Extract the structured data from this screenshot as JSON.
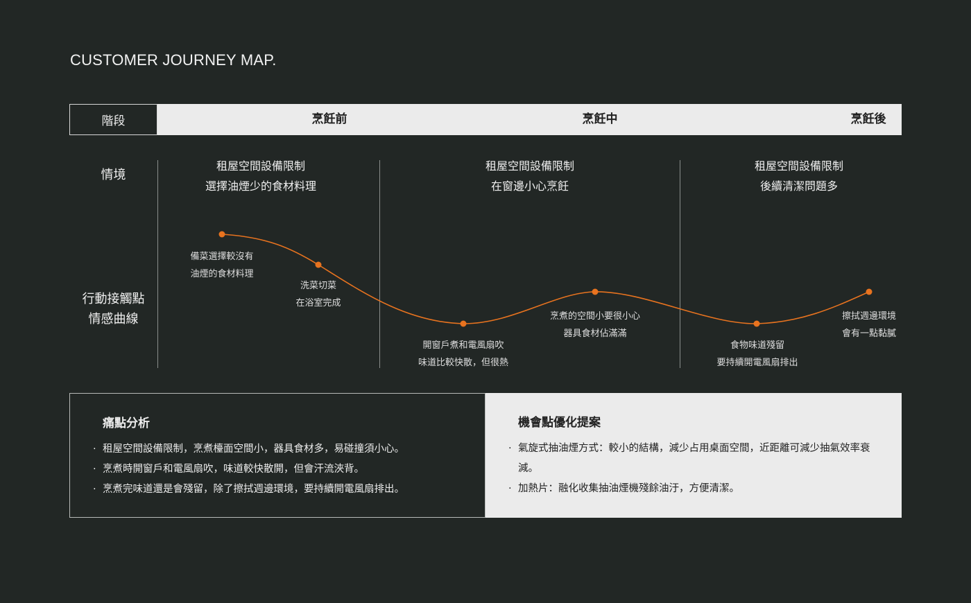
{
  "title": "CUSTOMER JOURNEY MAP.",
  "stage_row": {
    "label": "階段",
    "stages": [
      "烹飪前",
      "烹飪中",
      "烹飪後"
    ]
  },
  "row_labels": {
    "scenario": "情境",
    "touchpoints_line1": "行動接觸點",
    "touchpoints_line2": "情感曲線"
  },
  "scenarios": [
    {
      "line1": "租屋空間設備限制",
      "line2": "選擇油煙少的食材料理"
    },
    {
      "line1": "租屋空間設備限制",
      "line2": "在窗邊小心烹飪"
    },
    {
      "line1": "租屋空間設備限制",
      "line2": "後續清潔問題多"
    }
  ],
  "touchpoints": [
    {
      "line1": "備菜選擇較沒有",
      "line2": "油煙的食材料理"
    },
    {
      "line1": "洗菜切菜",
      "line2": "在浴室完成"
    },
    {
      "line1": "開窗戶煮和電風扇吹",
      "line2": "味道比較快散，但很熱"
    },
    {
      "line1": "烹煮的空間小要很小心",
      "line2": "器具食材佔滿滿"
    },
    {
      "line1": "食物味道殘留",
      "line2": "要持續開電風扇排出"
    },
    {
      "line1": "擦拭週邊環境",
      "line2": "會有一點黏膩"
    }
  ],
  "curve_color": "#e8731f",
  "pain_points": {
    "title": "痛點分析",
    "items": [
      "租屋空間設備限制，烹煮檯面空間小，器具食材多，易碰撞須小心。",
      "烹煮時開窗戶和電風扇吹，味道較快散開，但會汗流浹背。",
      "烹煮完味道還是會殘留，除了擦拭週邊環境，要持續開電風扇排出。"
    ]
  },
  "opportunities": {
    "title": "機會點優化提案",
    "items": [
      "氣旋式抽油煙方式：較小的結構，減少占用桌面空間，近距離可減少抽氣效率衰減。",
      "加熱片：融化收集抽油煙機殘餘油汙，方便清潔。"
    ]
  }
}
